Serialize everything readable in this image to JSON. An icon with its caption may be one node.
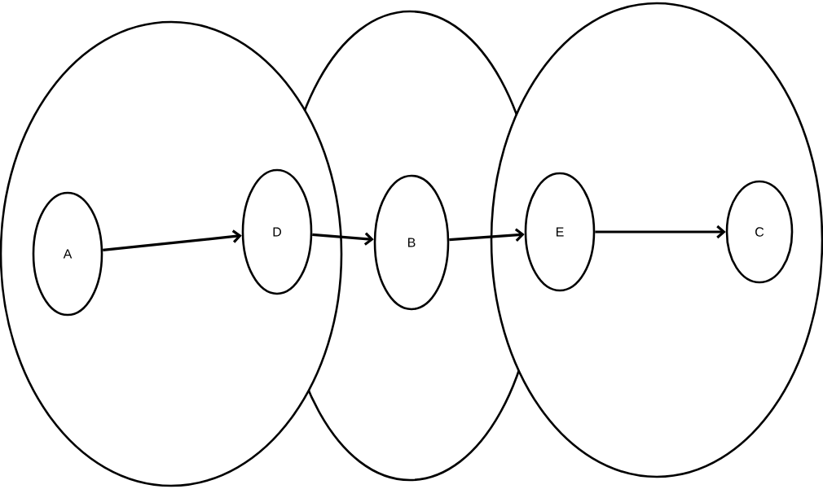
{
  "diagram": {
    "nodes": [
      {
        "text": [],
        "shape": "circle"
      },
      {
        "text": [
          "A"
        ],
        "in": 0
      },
      {
        "text": [
          "D"
        ],
        "in": 0
      },
      {
        "text": [],
        "shape": "circle"
      },
      {
        "text": [
          "B"
        ],
        "in": 3
      },
      {
        "text": [],
        "shape": "circle"
      },
      {
        "text": [
          "E"
        ],
        "in": 5
      },
      {
        "text": [
          "C"
        ],
        "in": 5
      }
    ],
    "edges": [
      {
        "from": 1,
        "to": 2,
        "arrow": "to"
      },
      {
        "from": 2,
        "to": 4,
        "arrow": "to"
      },
      {
        "from": 4,
        "to": 6,
        "arrow": "to"
      },
      {
        "from": 6,
        "to": 7,
        "arrow": "to"
      }
    ]
  }
}
